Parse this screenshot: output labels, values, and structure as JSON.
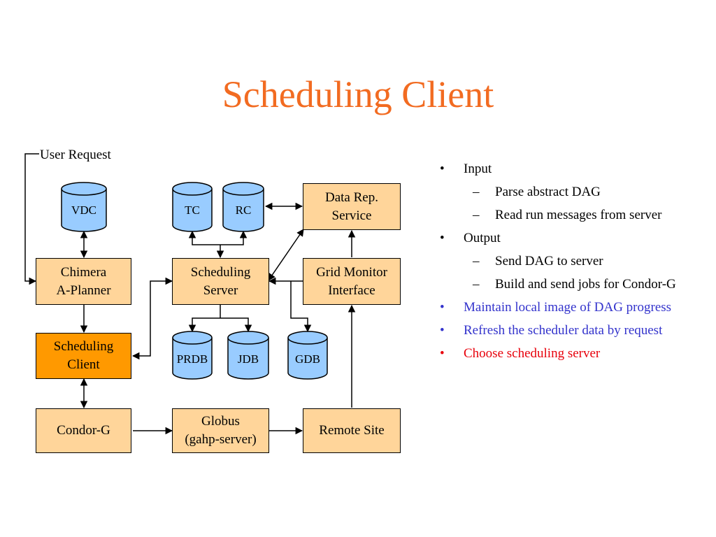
{
  "title": "Scheduling Client",
  "diagram": {
    "user_request": "User Request",
    "databases": {
      "vdc": "VDC",
      "tc": "TC",
      "rc": "RC",
      "prdb": "PRDB",
      "jdb": "JDB",
      "gdb": "GDB"
    },
    "boxes": {
      "data_rep_line1": "Data Rep.",
      "data_rep_line2": "Service",
      "chimera_line1": "Chimera",
      "chimera_line2": "A-Planner",
      "sched_server_line1": "Scheduling",
      "sched_server_line2": "Server",
      "grid_monitor_line1": "Grid Monitor",
      "grid_monitor_line2": "Interface",
      "sched_client_line1": "Scheduling",
      "sched_client_line2": "Client",
      "condor": "Condor-G",
      "globus_line1": "Globus",
      "globus_line2": "(gahp-server)",
      "remote_site": "Remote Site"
    },
    "colors": {
      "box_fill": "#ffd59a",
      "active_box_fill": "#ff9900",
      "db_fill": "#99ccff"
    }
  },
  "bullets": {
    "input": "Input",
    "parse": "Parse abstract DAG",
    "read": "Read run messages from server",
    "output": "Output",
    "send": "Send DAG to server",
    "build": "Build and send jobs for Condor-G",
    "maintain": "Maintain local image of DAG progress",
    "refresh": "Refresh the scheduler data by request",
    "choose": "Choose scheduling server"
  },
  "colors": {
    "title": "#f26b21",
    "blue_text": "#3333cc",
    "red_text": "#e8000b"
  }
}
